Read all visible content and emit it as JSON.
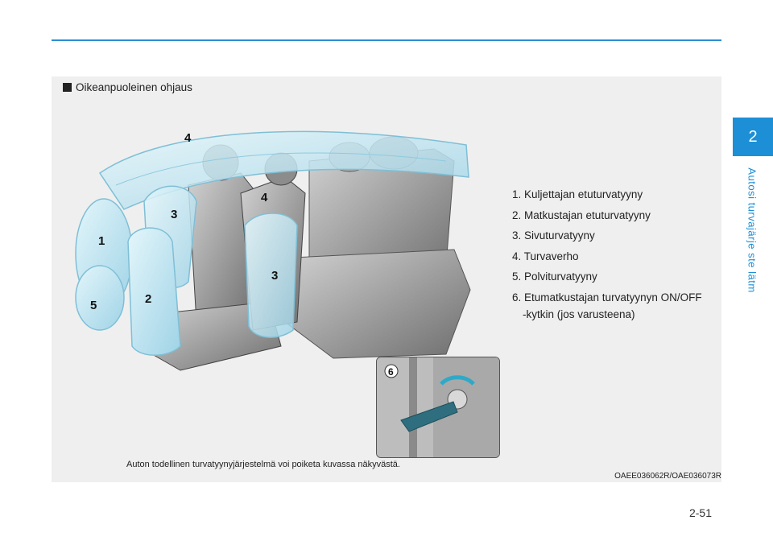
{
  "header": {
    "chapter_number": "2",
    "chapter_title": "Autosi turvajärje ste lätm"
  },
  "figure": {
    "heading": "Oikeanpuoleinen ohjaus",
    "callouts": {
      "c1": "1",
      "c2": "2",
      "c3a": "3",
      "c3b": "3",
      "c4a": "4",
      "c4b": "4",
      "c5": "5",
      "c6": "6"
    },
    "legend": [
      "1. Kuljettajan etuturvatyyny",
      "2. Matkustajan etuturvatyyny",
      "3. Sivuturvatyyny",
      "4. Turvaverho",
      "5. Polviturvatyyny",
      "6. Etumatkustajan turvatyynyn ON/OFF"
    ],
    "legend_continuation": "-kytkin (jos varusteena)",
    "caption": "Auton todellinen turvatyynyjärjestelmä voi poiketa kuvassa näkyvästä.",
    "codes": "OAEE036062R/OAE036073R"
  },
  "footer": {
    "page_number": "2-51"
  },
  "colors": {
    "accent": "#1c8fd6",
    "airbag": "#bfe6f3",
    "panel": "#efefef"
  }
}
